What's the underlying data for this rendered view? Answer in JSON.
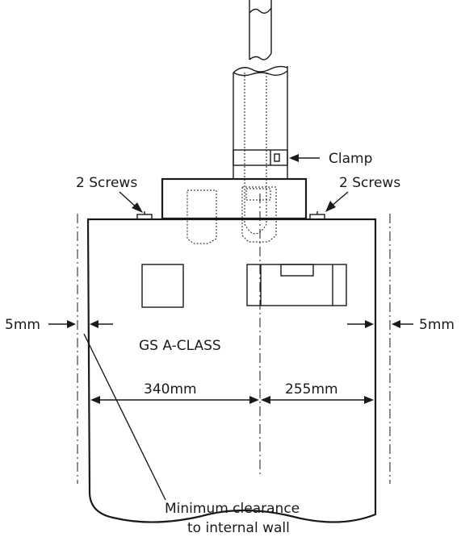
{
  "labels": {
    "clamp": "Clamp",
    "screws_left": "2 Screws",
    "screws_right": "2 Screws",
    "clearance_left": "5mm",
    "clearance_right": "5mm",
    "unit_name": "GS A-CLASS",
    "dim_left": "340mm",
    "dim_right": "255mm",
    "note_line1": "Minimum clearance",
    "note_line2": "to internal wall"
  }
}
